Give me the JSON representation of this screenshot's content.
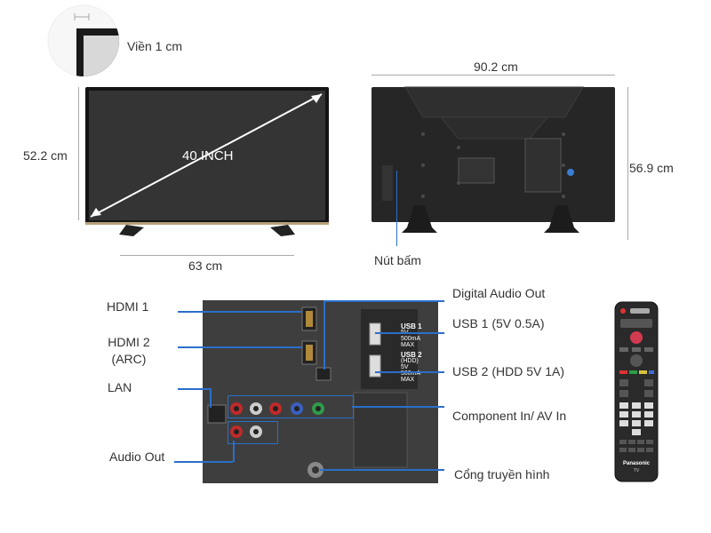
{
  "dimensions": {
    "bezel": "Viền 1 cm",
    "front_height": "52.2 cm",
    "diagonal": "40 INCH",
    "stand_width": "63 cm",
    "back_width": "90.2 cm",
    "back_height": "56.9 cm",
    "button": "Nút bấm"
  },
  "ports": {
    "hdmi1": "HDMI 1",
    "hdmi2_line1": "HDMI 2",
    "hdmi2_line2": "(ARC)",
    "lan": "LAN",
    "audio_out": "Audio Out",
    "digital_audio_out": "Digital Audio Out",
    "usb1": "USB 1 (5V 0.5A)",
    "usb2": "USB 2 (HDD 5V 1A)",
    "component_av": "Component In/ AV In",
    "antenna": "Cổng truyền hình"
  },
  "panel_text": {
    "usb1_title": "USB 1",
    "usb1_spec1": "5V",
    "usb1_spec2": "500mA",
    "usb1_spec3": "MAX",
    "usb2_title": "USB 2",
    "usb2_spec1": "(HDD)",
    "usb2_spec2": "5V",
    "usb2_spec3": "500mA",
    "usb2_spec4": "MAX"
  },
  "remote": {
    "brand": "Panasonic",
    "model": "TV"
  },
  "colors": {
    "leader_line": "#2a6fc9",
    "dimension_line": "#aaaaaa",
    "tv_frame": "#1a1a1a",
    "panel": "#3b3b3b"
  }
}
